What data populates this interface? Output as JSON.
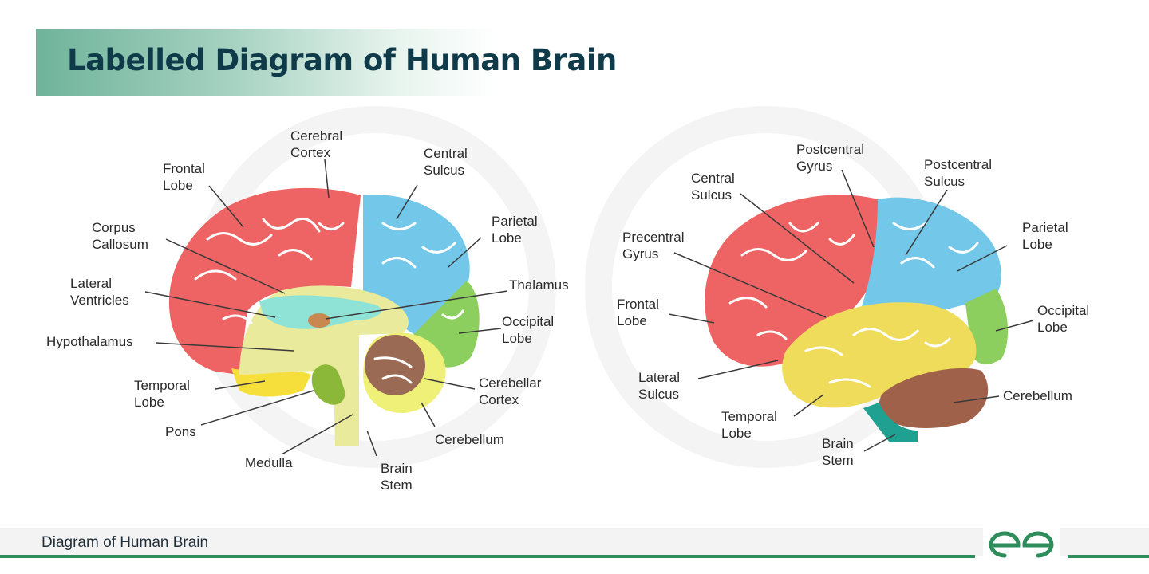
{
  "header": {
    "title": "Labelled Diagram of Human Brain"
  },
  "left_diagram": {
    "labels": [
      {
        "id": "frontal-lobe",
        "lines": [
          "Frontal",
          "Lobe"
        ]
      },
      {
        "id": "cerebral-cortex",
        "lines": [
          "Cerebral",
          "Cortex"
        ]
      },
      {
        "id": "central-sulcus",
        "lines": [
          "Central",
          "Sulcus"
        ]
      },
      {
        "id": "parietal-lobe",
        "lines": [
          "Parietal",
          "Lobe"
        ]
      },
      {
        "id": "corpus-callosum",
        "lines": [
          "Corpus",
          "Callosum"
        ]
      },
      {
        "id": "thalamus",
        "lines": [
          "Thalamus"
        ]
      },
      {
        "id": "lateral-ventricles",
        "lines": [
          "Lateral",
          "Ventricles"
        ]
      },
      {
        "id": "occipital-lobe",
        "lines": [
          "Occipital",
          "Lobe"
        ]
      },
      {
        "id": "hypothalamus",
        "lines": [
          "Hypothalamus"
        ]
      },
      {
        "id": "temporal-lobe",
        "lines": [
          "Temporal",
          "Lobe"
        ]
      },
      {
        "id": "cerebellar-cortex",
        "lines": [
          "Cerebellar",
          "Cortex"
        ]
      },
      {
        "id": "pons",
        "lines": [
          "Pons"
        ]
      },
      {
        "id": "cerebellum",
        "lines": [
          "Cerebellum"
        ]
      },
      {
        "id": "medulla",
        "lines": [
          "Medulla"
        ]
      },
      {
        "id": "brain-stem",
        "lines": [
          "Brain",
          "Stem"
        ]
      }
    ]
  },
  "right_diagram": {
    "labels": [
      {
        "id": "postcentral-gyrus",
        "lines": [
          "Postcentral",
          "Gyrus"
        ]
      },
      {
        "id": "central-sulcus",
        "lines": [
          "Central",
          "Sulcus"
        ]
      },
      {
        "id": "postcentral-sulcus",
        "lines": [
          "Postcentral",
          "Sulcus"
        ]
      },
      {
        "id": "precentral-gyrus",
        "lines": [
          "Precentral",
          "Gyrus"
        ]
      },
      {
        "id": "parietal-lobe",
        "lines": [
          "Parietal",
          "Lobe"
        ]
      },
      {
        "id": "frontal-lobe",
        "lines": [
          "Frontal",
          "Lobe"
        ]
      },
      {
        "id": "occipital-lobe",
        "lines": [
          "Occipital",
          "Lobe"
        ]
      },
      {
        "id": "lateral-sulcus",
        "lines": [
          "Lateral",
          "Sulcus"
        ]
      },
      {
        "id": "cerebellum",
        "lines": [
          "Cerebellum"
        ]
      },
      {
        "id": "temporal-lobe",
        "lines": [
          "Temporal",
          "Lobe"
        ]
      },
      {
        "id": "brain-stem",
        "lines": [
          "Brain",
          "Stem"
        ]
      }
    ]
  },
  "colors": {
    "frontal": "#ee6464",
    "parietal": "#73c7e9",
    "occipital": "#8ccf5e",
    "temporal": "#efdc5a",
    "inner": "#e9ea9c",
    "ventricle": "#8fe3d6",
    "thalamus": "#c9884f",
    "pons": "#8cb83a",
    "cerebellar": "#9b6a55",
    "cerebellum_right": "#a0614b",
    "stem_right": "#1fa091",
    "title_bg": "#6fb39a",
    "footer_line": "#2f8d5c"
  },
  "footer": {
    "caption": "Diagram of Human Brain"
  },
  "logo": {
    "icon": "gfg-logo-icon"
  }
}
